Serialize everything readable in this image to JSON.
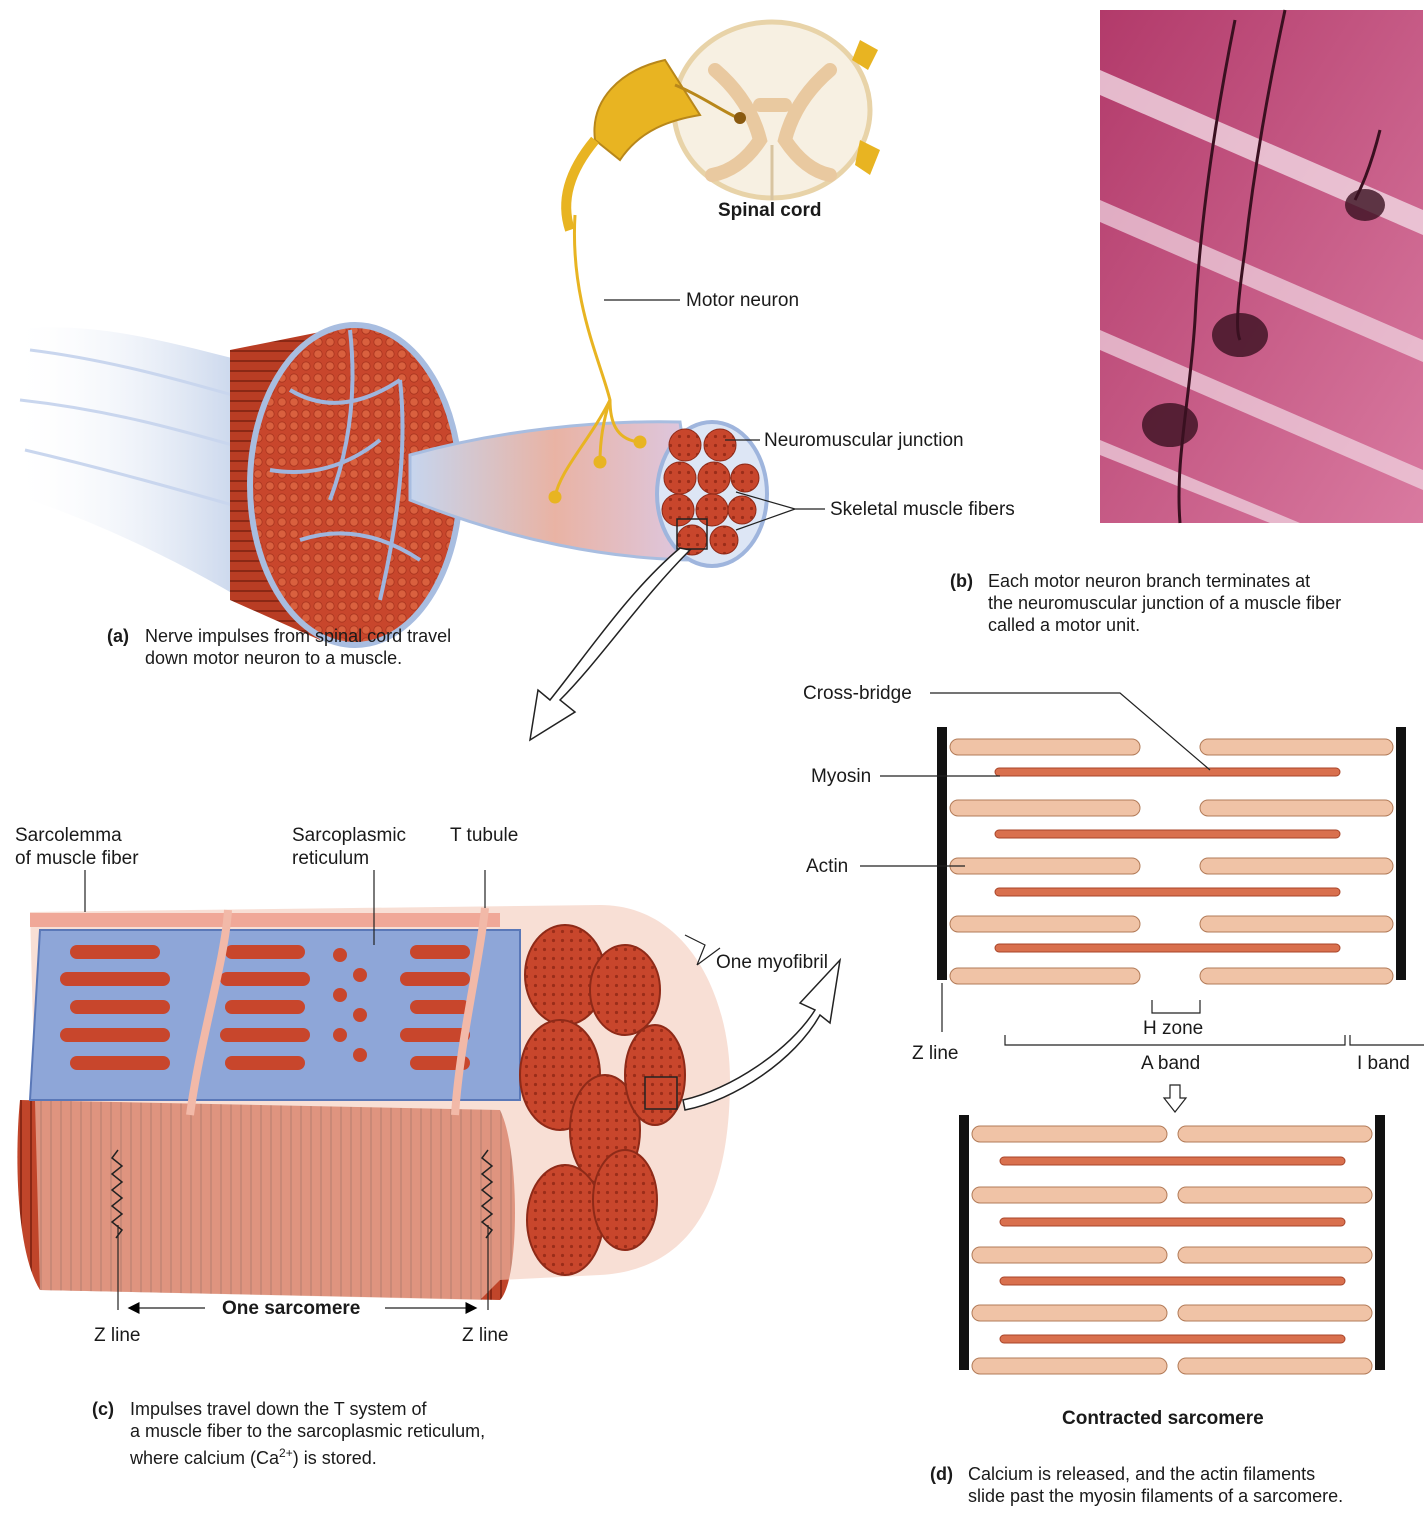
{
  "panel_a": {
    "spinal_cord": "Spinal cord",
    "motor_neuron": "Motor neuron",
    "neuromuscular_junction": "Neuromuscular junction",
    "skeletal_muscle_fibers": "Skeletal muscle fibers",
    "caption_letter": "(a)",
    "caption_line1": "Nerve impulses from spinal cord travel",
    "caption_line2": "down motor neuron to a muscle."
  },
  "panel_b": {
    "caption_letter": "(b)",
    "caption_line1": "Each motor neuron branch terminates at",
    "caption_line2": "the neuromuscular junction of a muscle fiber",
    "caption_line3": "called a motor unit."
  },
  "panel_c": {
    "sarcolemma_line1": "Sarcolemma",
    "sarcolemma_line2": "of muscle fiber",
    "sarcoplasmic_line1": "Sarcoplasmic",
    "sarcoplasmic_line2": "reticulum",
    "t_tubule": "T tubule",
    "one_myofibril": "One myofibril",
    "one_sarcomere": "One sarcomere",
    "z_line_left": "Z line",
    "z_line_right": "Z line",
    "caption_letter": "(c)",
    "caption_line1": "Impulses travel down the T system of",
    "caption_line2": "a muscle fiber to the sarcoplasmic reticulum,",
    "caption_line3_pre": "where calcium (Ca",
    "caption_line3_sup": "2+",
    "caption_line3_post": ") is stored."
  },
  "panel_d": {
    "cross_bridge": "Cross-bridge",
    "myosin": "Myosin",
    "actin": "Actin",
    "h_zone": "H zone",
    "z_line": "Z line",
    "a_band": "A band",
    "i_band": "I band",
    "contracted": "Contracted sarcomere",
    "caption_letter": "(d)",
    "caption_line1": "Calcium is released, and the actin filaments",
    "caption_line2": "slide past the myosin filaments of a sarcomere."
  },
  "colors": {
    "muscle": "#c8462c",
    "muscle_dark": "#8e2a18",
    "nerve": "#e8b422",
    "reticulum": "#8ea6d8",
    "sheath": "#f3c9b9",
    "actin_bead": "#f0c3a6",
    "myosin": "#d9704e",
    "stain": "#b23a6a"
  }
}
